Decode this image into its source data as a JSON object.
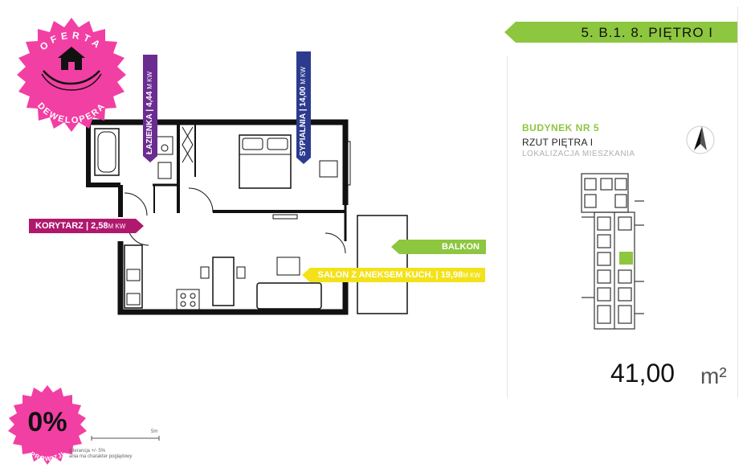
{
  "header": {
    "unit_code": "5. B.1. 8. PIĘTRO I"
  },
  "building": {
    "title": "BUDYNEK NR 5",
    "floor": "RZUT PIĘTRA I",
    "location_label": "LOKALIZACJA MIESZKANIA"
  },
  "total": {
    "area": "41,00",
    "unit": "m²"
  },
  "rooms": {
    "korytarz": {
      "name": "KORYTARZ",
      "value": "2,58",
      "unit": "M KW"
    },
    "lazienka": {
      "name": "ŁAZIENKA",
      "value": "4,44",
      "unit": "M KW"
    },
    "sypialnia": {
      "name": "SYPIALNIA",
      "value": "14,00",
      "unit": "M KW"
    },
    "balkon": {
      "name": "BALKON"
    },
    "salon": {
      "name": "SALON Z ANEKSEM KUCH.",
      "value": "19,98",
      "unit": "M KW"
    }
  },
  "badges": {
    "oferta_top": "OFERTA",
    "oferta_bottom": "DEWELOPERA",
    "zero": "0%",
    "prowizji": "PROWIZJI"
  },
  "scale": {
    "label": "5m"
  },
  "legal": {
    "line1": "tolerancja +/- 5%",
    "line2": "ania ma charakter poglądowy"
  },
  "colors": {
    "green": "#8dc63f",
    "magenta": "#b0186d",
    "purple": "#6b2c91",
    "navy": "#2c3b8f",
    "yellow": "#f3e21a",
    "pink": "#f23fa3"
  },
  "icons": [
    "north-arrow-icon",
    "house-hands-icon"
  ]
}
